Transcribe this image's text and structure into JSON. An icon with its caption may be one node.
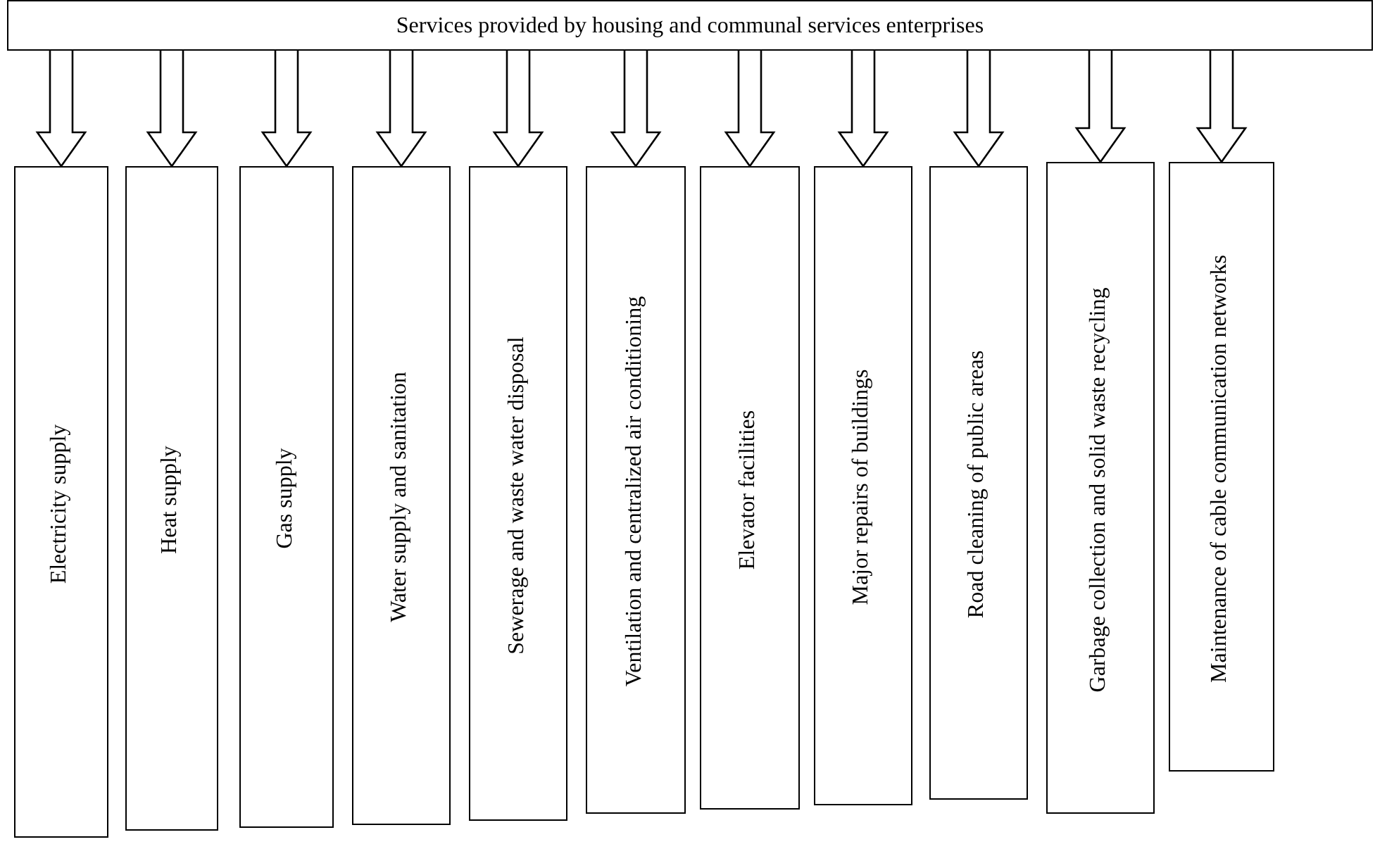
{
  "diagram": {
    "nodes": [
      {
        "text": [
          "Services provided by housing and communal services enterprises"
        ]
      },
      {
        "text": [
          "Electricity supply"
        ]
      },
      {
        "text": [
          "Heat supply"
        ]
      },
      {
        "text": [
          "Gas supply"
        ]
      },
      {
        "text": [
          "Water supply and sanitation"
        ]
      },
      {
        "text": [
          "Sewerage and waste water disposal"
        ]
      },
      {
        "text": [
          "Ventilation and centralized air conditioning"
        ]
      },
      {
        "text": [
          "Elevator facilities"
        ]
      },
      {
        "text": [
          "Major repairs of buildings"
        ]
      },
      {
        "text": [
          "Road cleaning of public areas"
        ]
      },
      {
        "text": [
          "Garbage collection and solid waste recycling"
        ]
      },
      {
        "text": [
          "Maintenance of cable communication networks"
        ]
      }
    ],
    "edges": [
      {
        "from": 0,
        "to": 1,
        "arrow": "to"
      },
      {
        "from": 0,
        "to": 2,
        "arrow": "to"
      },
      {
        "from": 0,
        "to": 3,
        "arrow": "to"
      },
      {
        "from": 0,
        "to": 4,
        "arrow": "to"
      },
      {
        "from": 0,
        "to": 5,
        "arrow": "to"
      },
      {
        "from": 0,
        "to": 6,
        "arrow": "to"
      },
      {
        "from": 0,
        "to": 7,
        "arrow": "to"
      },
      {
        "from": 0,
        "to": 8,
        "arrow": "to"
      },
      {
        "from": 0,
        "to": 9,
        "arrow": "to"
      },
      {
        "from": 0,
        "to": 10,
        "arrow": "to"
      },
      {
        "from": 0,
        "to": 11,
        "arrow": "to"
      }
    ]
  }
}
